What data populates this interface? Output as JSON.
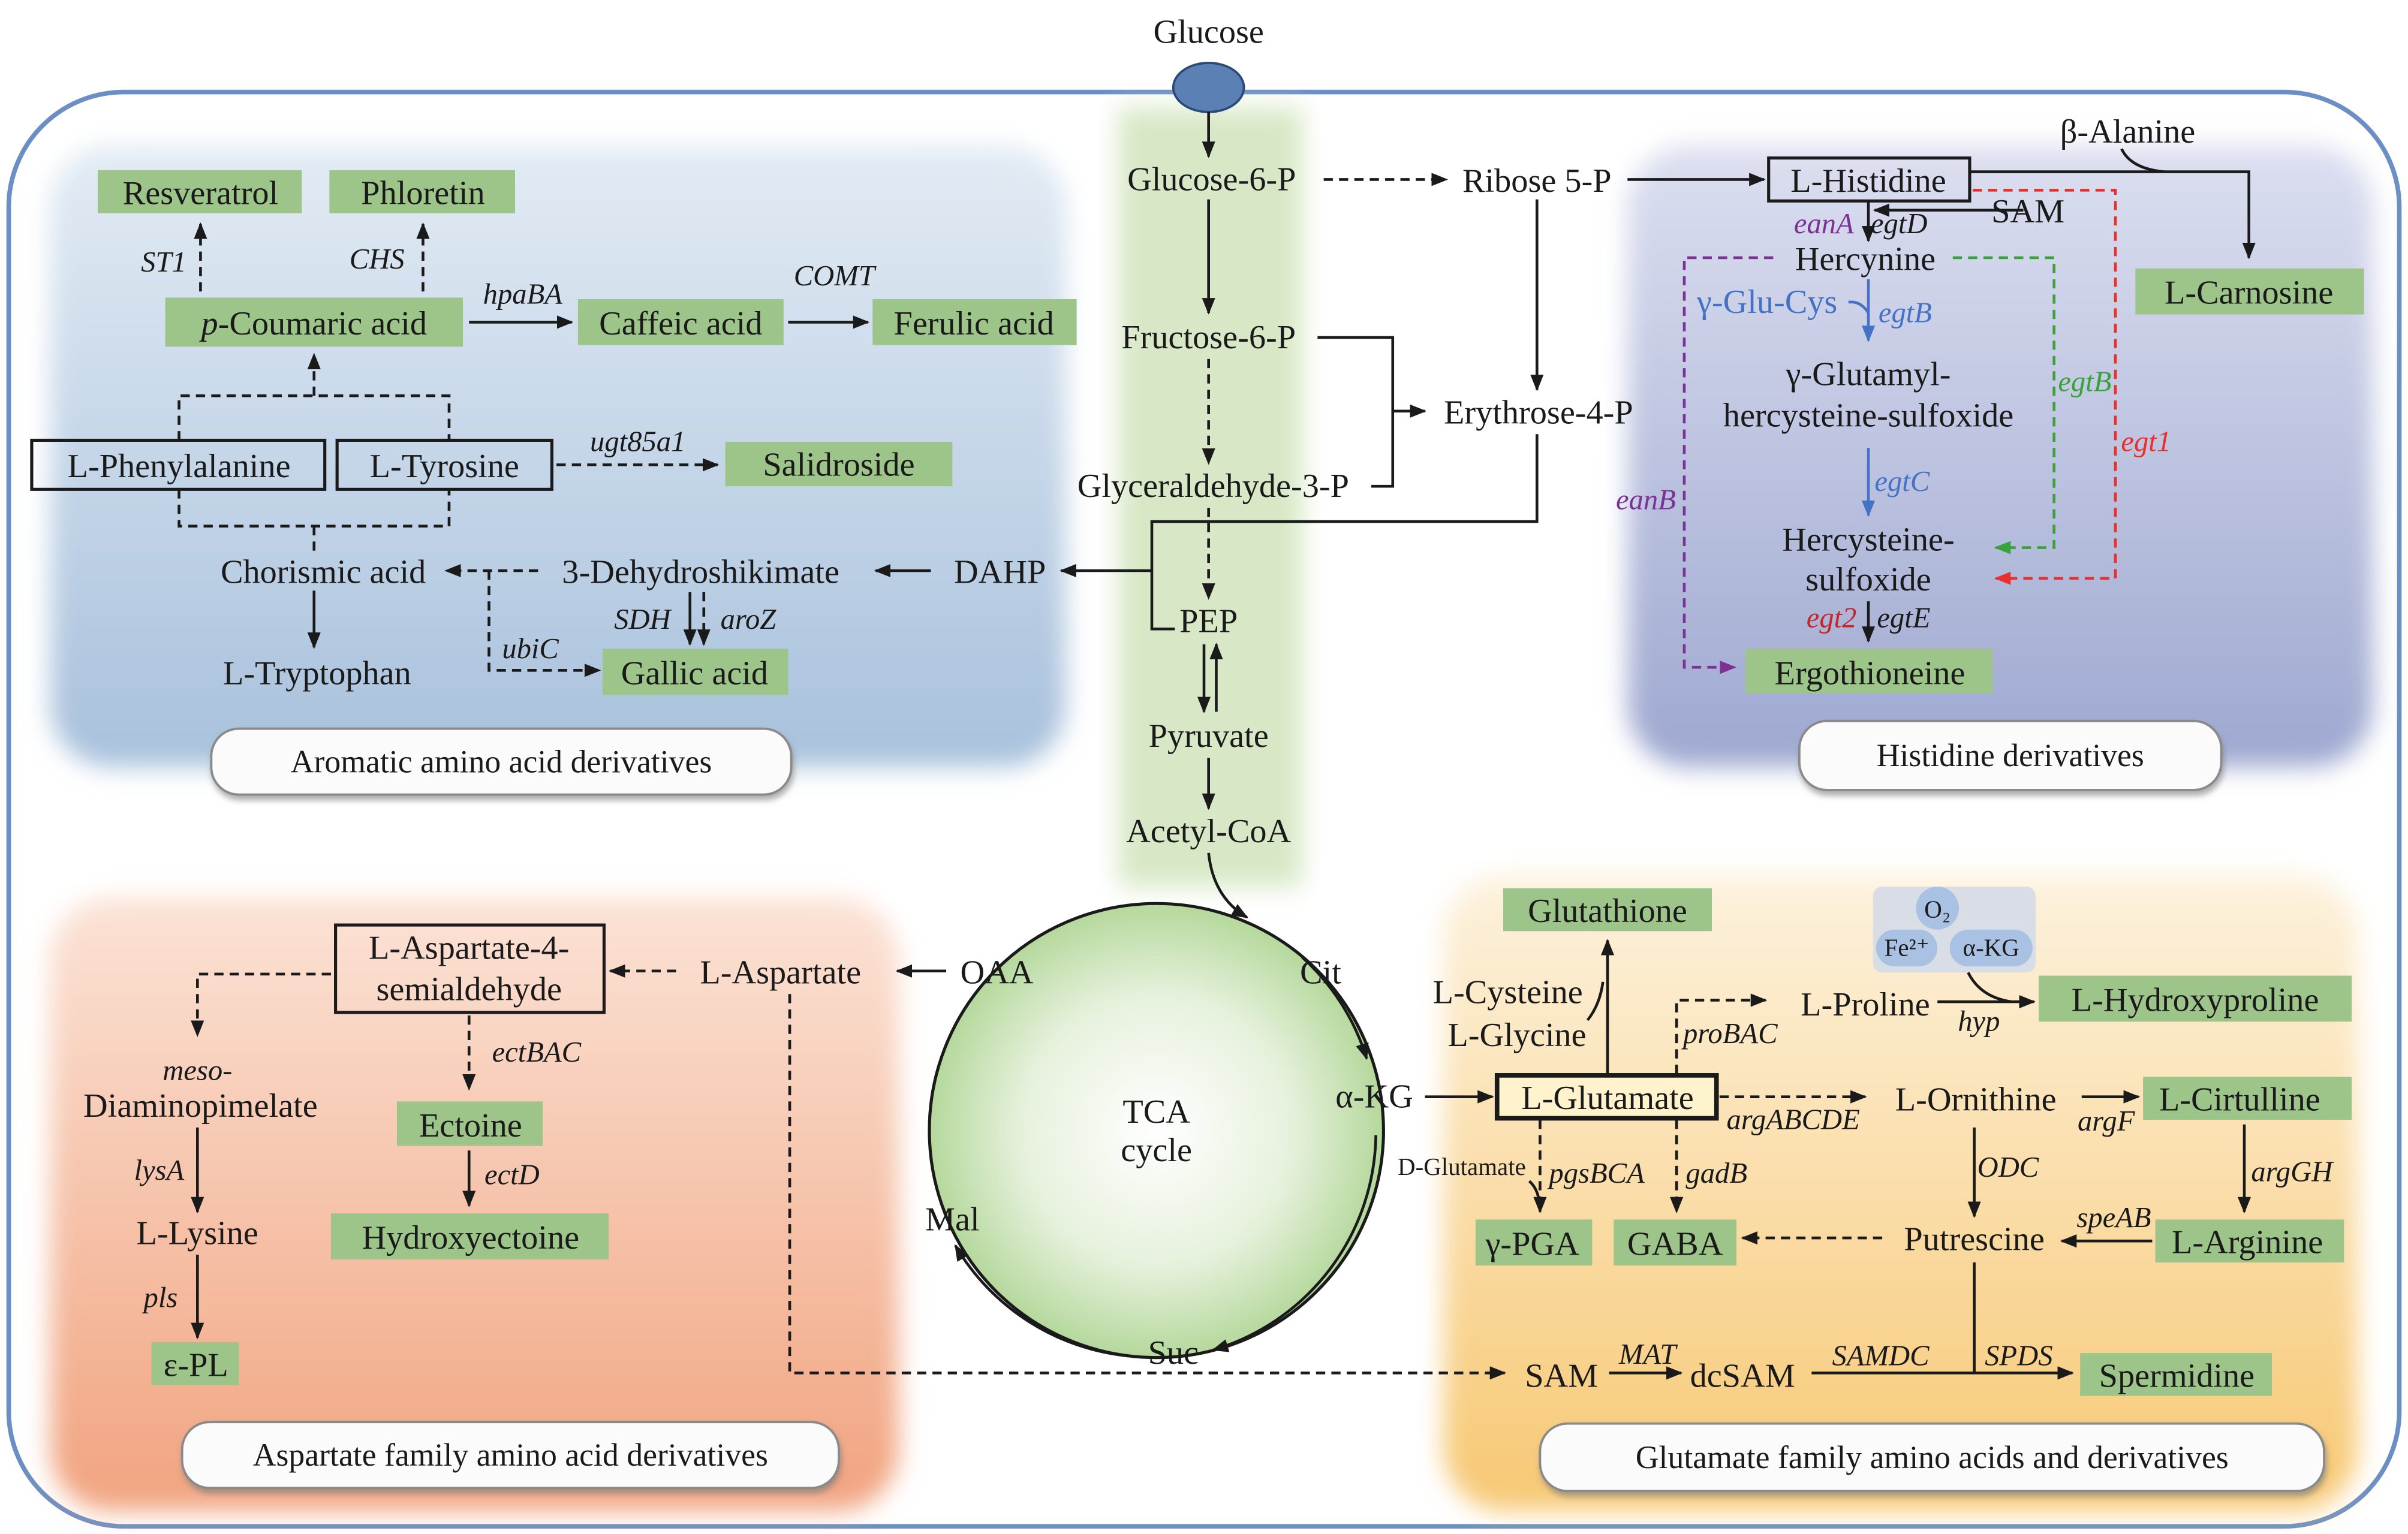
{
  "colors": {
    "product_box": "#9dc58a",
    "outer_border": "#6b8fc4",
    "glucose": "#5b80b4",
    "purple": "#7b3294",
    "green": "#3aa23a",
    "red": "#e8312b",
    "blue": "#4472c4"
  },
  "central": {
    "glucose": "Glucose",
    "g6p": "Glucose-6-P",
    "f6p": "Fructose-6-P",
    "g3p": "Glyceraldehyde-3-P",
    "pep": "PEP",
    "pyruvate": "Pyruvate",
    "acetylcoa": "Acetyl-CoA",
    "ribose": "Ribose 5-P",
    "erythrose": "Erythrose-4-P",
    "dahp": "DAHP"
  },
  "tca": {
    "title1": "TCA",
    "title2": "cycle",
    "cit": "Cit",
    "akg": "α-KG",
    "suc": "Suc",
    "mal": "Mal",
    "oaa": "OAA"
  },
  "aromatic": {
    "panel_label": "Aromatic amino acid derivatives",
    "resveratrol": "Resveratrol",
    "phloretin": "Phloretin",
    "st1": "ST1",
    "chs": "CHS",
    "pcoumaric_prefix": "p",
    "pcoumaric": "-Coumaric acid",
    "hpaba": "hpaBA",
    "caffeic": "Caffeic acid",
    "comt": "COMT",
    "ferulic": "Ferulic acid",
    "phe": "L-Phenylalanine",
    "tyr": "L-Tyrosine",
    "ugt": "ugt85a1",
    "salidroside": "Salidroside",
    "chorismic": "Chorismic acid",
    "dehydroshikimate": "3-Dehydroshikimate",
    "sdh": "SDH",
    "aroz": "aroZ",
    "ubic": "ubiC",
    "gallic": "Gallic acid",
    "trp": "L-Tryptophan"
  },
  "histidine": {
    "panel_label": "Histidine derivatives",
    "his": "L-Histidine",
    "balanine": "β-Alanine",
    "carnosine": "L-Carnosine",
    "sam": "SAM",
    "eana": "eanA",
    "egtd": "egtD",
    "hercynine": "Hercynine",
    "gglucys": "γ-Glu-Cys",
    "egtb_blue": "egtB",
    "ggh1": "γ-Glutamyl-",
    "ggh2": "hercysteine-sulfoxide",
    "egtc": "egtC",
    "hs1": "Hercysteine-",
    "hs2": "sulfoxide",
    "egt2": "egt2",
    "egte": "egtE",
    "ergothioneine": "Ergothioneine",
    "eanb": "eanB",
    "egtb_green": "egtB",
    "egt1": "egt1"
  },
  "aspartate": {
    "panel_label": "Aspartate family amino acid derivatives",
    "asp": "L-Aspartate",
    "asa1": "L-Aspartate-4-",
    "asa2": "semialdehyde",
    "meso": "meso-",
    "dap": "Diaminopimelate",
    "lysa": "lysA",
    "lys": "L-Lysine",
    "pls": "pls",
    "epl": "ε-PL",
    "ectbac": "ectBAC",
    "ectoine": "Ectoine",
    "ectd": "ectD",
    "hydroxyectoine": "Hydroxyectoine"
  },
  "glutamate": {
    "panel_label": "Glutamate family amino acids and derivatives",
    "glutathione": "Glutathione",
    "cys": "L-Cysteine",
    "gly": "L-Glycine",
    "glu": "L-Glutamate",
    "probac": "proBAC",
    "pro": "L-Proline",
    "hyp": "hyp",
    "o2": "O₂",
    "fe": "Fe²⁺",
    "akg": "α-KG",
    "hydroxyproline": "L-Hydroxyproline",
    "argabcde": "argABCDE",
    "orn": "L-Ornithine",
    "argf": "argF",
    "cit": "L-Cirtulline",
    "arggh": "argGH",
    "arg": "L-Arginine",
    "speab": "speAB",
    "put": "Putrescine",
    "odc": "ODC",
    "gaba": "GABA",
    "gadb": "gadB",
    "dglu": "D-Glutamate",
    "pgsbca": "pgsBCA",
    "pga": "γ-PGA",
    "sam": "SAM",
    "mat": "MAT",
    "dcsam": "dcSAM",
    "samdc": "SAMDC",
    "spds": "SPDS",
    "spermidine": "Spermidine"
  }
}
